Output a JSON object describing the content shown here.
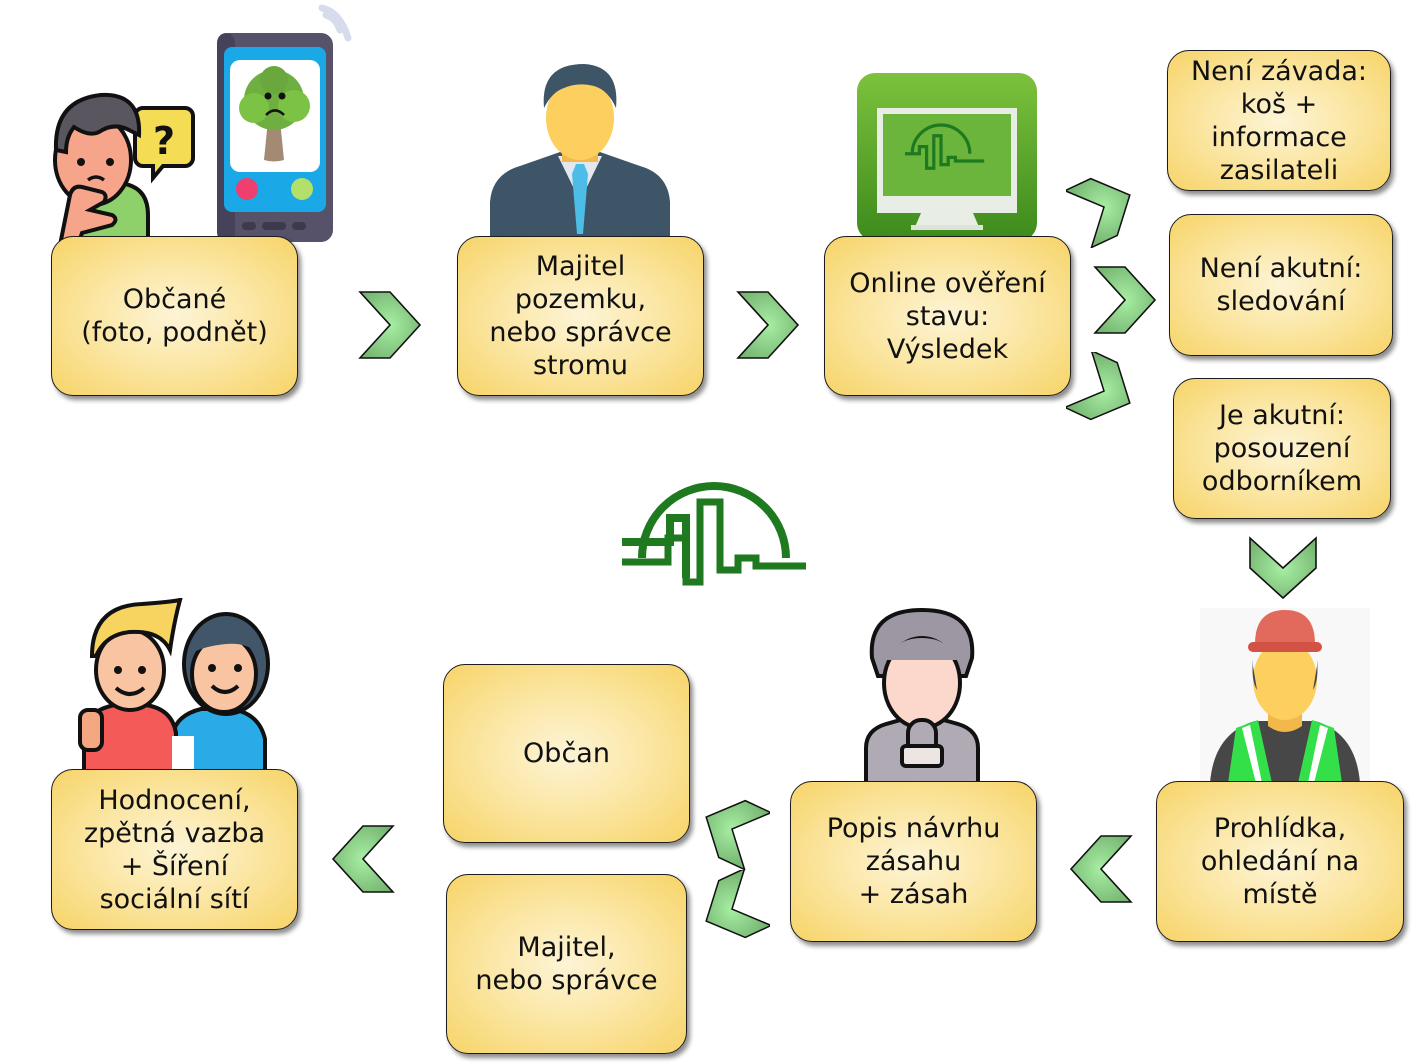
{
  "diagram": {
    "title": "Tree condition reporting workflow",
    "nodes": [
      {
        "id": "citizens",
        "label": "Občané\n(foto, podnět)"
      },
      {
        "id": "owner",
        "label": "Majitel\npozemku,\nnebo správce\nstromu"
      },
      {
        "id": "online_check",
        "label": "Online ověření\nstavu:\nVýsledek"
      },
      {
        "id": "no_defect",
        "label": "Není závada:\nkoš +\ninformace\nzasilateli"
      },
      {
        "id": "not_acute",
        "label": "Není akutní:\nsledování"
      },
      {
        "id": "acute",
        "label": "Je akutní:\nposouzení\nodborníkem"
      },
      {
        "id": "inspection",
        "label": "Prohlídka,\nohledání na\nmístě"
      },
      {
        "id": "intervention",
        "label": "Popis návrhu\nzásahu\n+ zásah"
      },
      {
        "id": "citizen",
        "label": "Občan"
      },
      {
        "id": "owner_admin",
        "label": "Majitel,\nnebo správce"
      },
      {
        "id": "evaluation",
        "label": "Hodnocení,\nzpětná vazba\n+ Šíření\nsociální sítí"
      }
    ],
    "edges": [
      {
        "from": "citizens",
        "to": "owner",
        "direction": "right"
      },
      {
        "from": "owner",
        "to": "online_check",
        "direction": "right"
      },
      {
        "from": "online_check",
        "to": "no_defect",
        "direction": "up-right"
      },
      {
        "from": "online_check",
        "to": "not_acute",
        "direction": "right"
      },
      {
        "from": "online_check",
        "to": "acute",
        "direction": "down-right"
      },
      {
        "from": "acute",
        "to": "inspection",
        "direction": "down"
      },
      {
        "from": "inspection",
        "to": "intervention",
        "direction": "left"
      },
      {
        "from": "intervention",
        "to": "citizen",
        "direction": "up-left"
      },
      {
        "from": "intervention",
        "to": "owner_admin",
        "direction": "down-left"
      },
      {
        "from": "citizen",
        "to": "evaluation",
        "direction": "left"
      }
    ],
    "icons": [
      {
        "node": "citizens",
        "name": "thinking-person-icon"
      },
      {
        "node": "citizens",
        "name": "smartphone-sad-tree-icon"
      },
      {
        "node": "owner",
        "name": "businessman-icon"
      },
      {
        "node": "online_check",
        "name": "monitor-logo-icon"
      },
      {
        "node": "inspection",
        "name": "construction-worker-icon"
      },
      {
        "node": "intervention",
        "name": "speaker-microphone-icon"
      },
      {
        "node": "evaluation",
        "name": "two-friends-icon"
      },
      {
        "node": null,
        "name": "pulse-dome-logo"
      }
    ]
  },
  "colors": {
    "box_center": "#fdf4d6",
    "box_edge": "#f7d468",
    "chevron_center": "#a6eca2",
    "chevron_edge": "#78b874",
    "logo_green": "#1f7a1f",
    "monitor_green": "#5aa82a"
  }
}
